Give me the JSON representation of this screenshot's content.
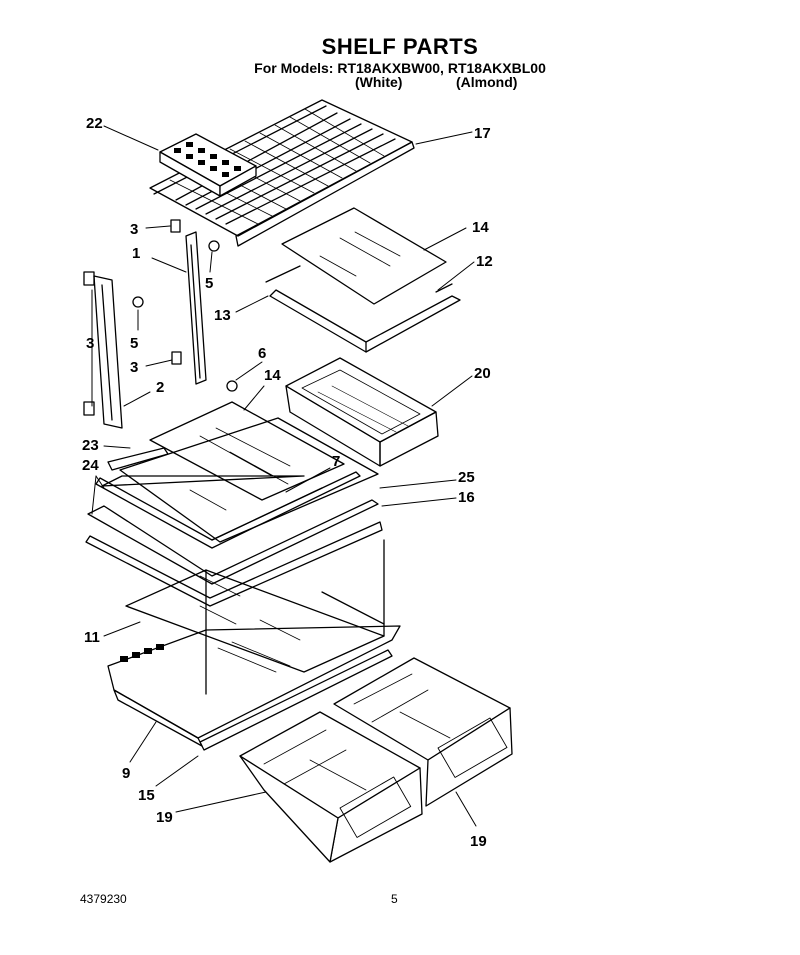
{
  "header": {
    "title": "SHELF PARTS",
    "models_line": "For Models: RT18AKXBW00, RT18AKXBL00",
    "variant_white": "(White)",
    "variant_almond": "(Almond)"
  },
  "callouts": {
    "c22": "22",
    "c17": "17",
    "c3a": "3",
    "c1": "1",
    "c5a": "5",
    "c14a": "14",
    "c12": "12",
    "c13": "13",
    "c3b": "3",
    "c5b": "5",
    "c3c": "3",
    "c6": "6",
    "c14b": "14",
    "c2": "2",
    "c20": "20",
    "c23": "23",
    "c24": "24",
    "c7": "7",
    "c25": "25",
    "c16": "16",
    "c11": "11",
    "c9": "9",
    "c15": "15",
    "c19a": "19",
    "c19b": "19"
  },
  "footer": {
    "doc_number": "4379230",
    "page_number": "5"
  }
}
